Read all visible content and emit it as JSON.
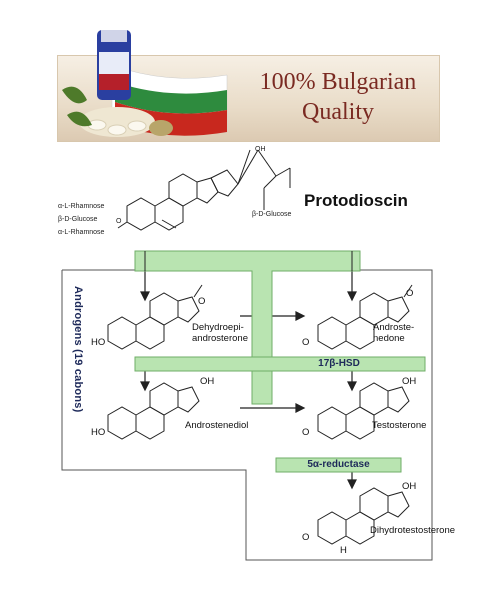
{
  "banner": {
    "line1": "100% Bulgarian",
    "line2": "Quality",
    "colors": {
      "flag_white": "#ffffff",
      "flag_green": "#2e8b3e",
      "flag_red": "#c8281e",
      "text": "#7a2a22"
    }
  },
  "protodioscin": {
    "title": "Protodioscin",
    "sugars": [
      "α-L-Rhamnose",
      "β-D-Glucose",
      "α-L-Rhamnose"
    ],
    "side_sugar": "β-D-Glucose",
    "oh": "OH",
    "o": "O"
  },
  "androgens_label": "Androgens (19 cabons)",
  "compounds": {
    "dhea_1": "Dehydroepi-",
    "dhea_2": "androsterone",
    "androstenedione_1": "Androste-",
    "androstenedione_2": "nedone",
    "androstenediol": "Androstenediol",
    "testosterone": "Testosterone",
    "dht": "Dihydrotestosterone"
  },
  "atoms": {
    "ho": "HO",
    "o": "O",
    "oh": "OH",
    "h": "H"
  },
  "enzymes": {
    "hsd": "17β-HSD",
    "reductase": "5α-reductase"
  },
  "colors": {
    "enzyme_bar": "#b9e4b1",
    "enzyme_border": "#6fae67",
    "line": "#222222"
  }
}
